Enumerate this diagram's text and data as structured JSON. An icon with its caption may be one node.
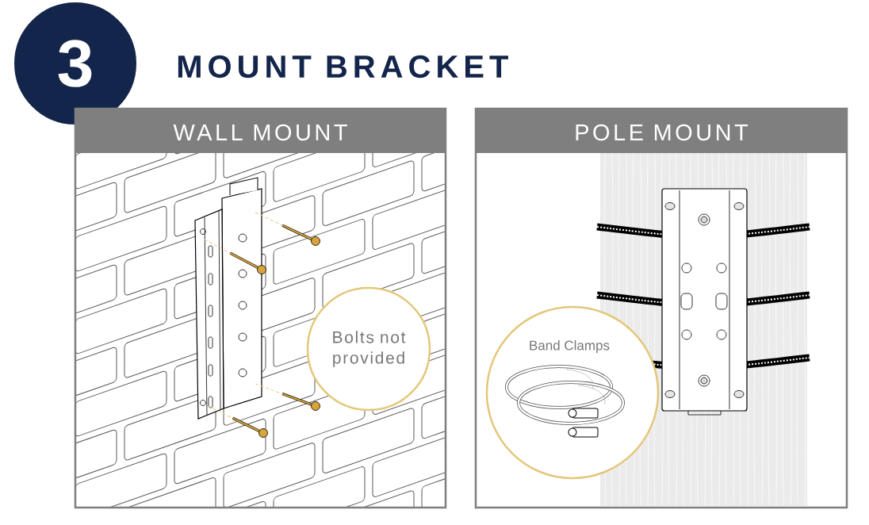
{
  "diagram": {
    "title": "MOUNT BRACKET",
    "nodes": [
      {
        "text": [
          "3"
        ]
      },
      {
        "text": [
          "WALL MOUNT"
        ]
      },
      {
        "text": [
          "Bolts not provided"
        ],
        "in": 1
      },
      {
        "text": [
          "POLE MOUNT"
        ]
      },
      {
        "text": [
          "Band Clamps"
        ],
        "in": 3
      }
    ]
  }
}
